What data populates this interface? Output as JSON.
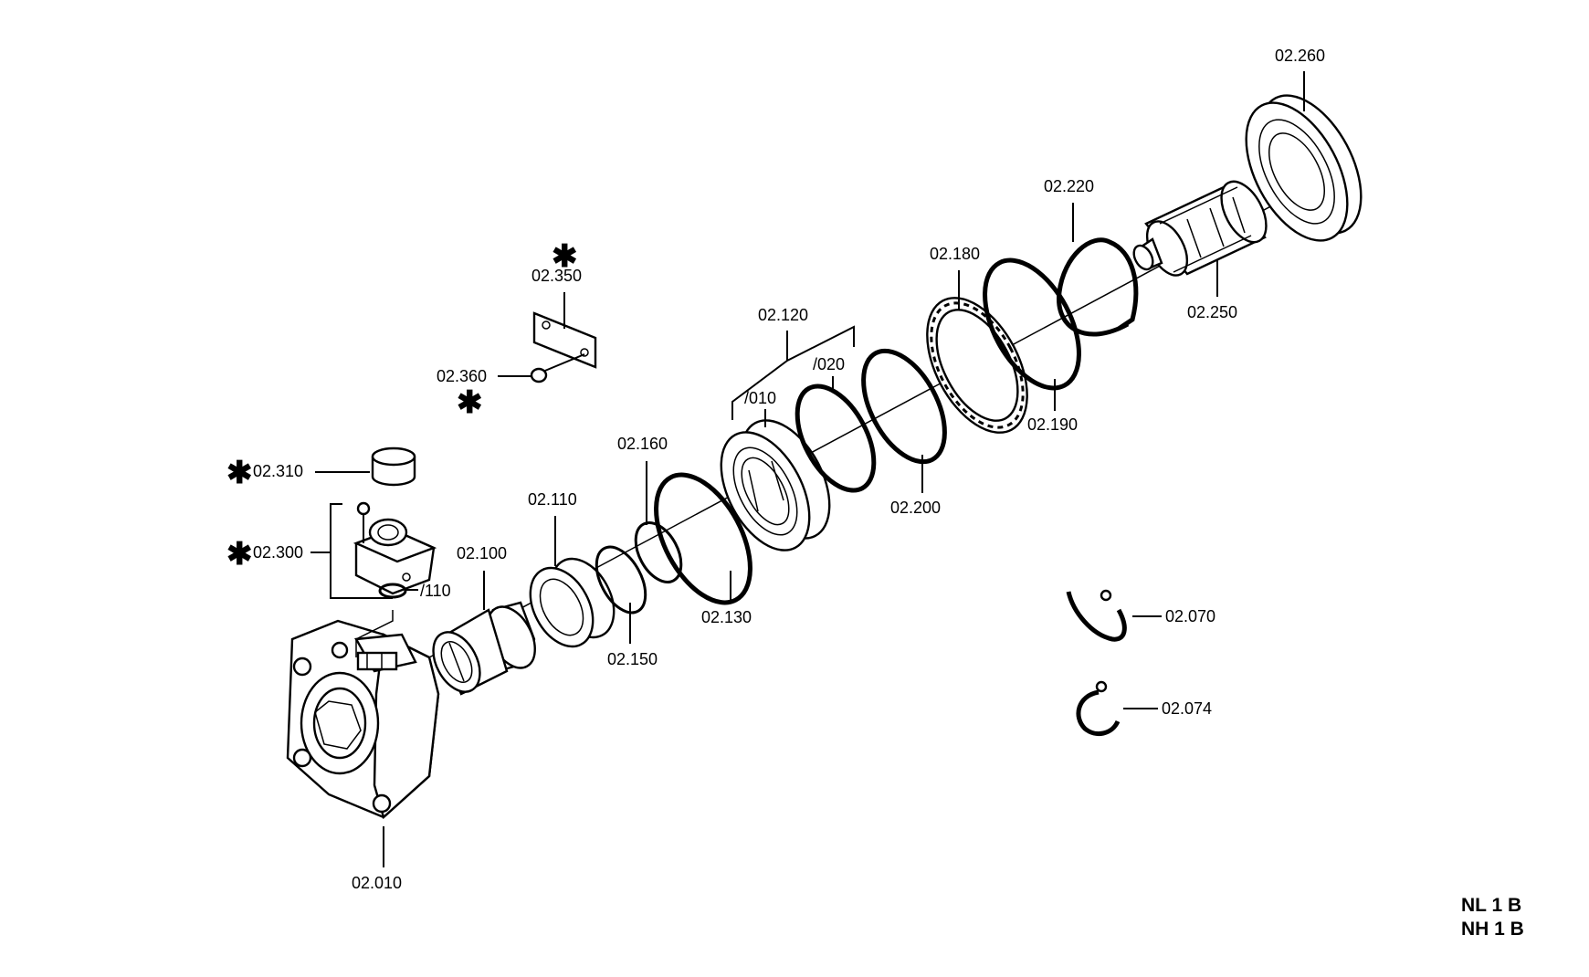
{
  "diagram": {
    "part_numbers": {
      "p02_010": "02.010",
      "p02_070": "02.070",
      "p02_074": "02.074",
      "p02_100": "02.100",
      "p02_110": "02.110",
      "p02_120": "02.120",
      "p02_120_010": "/010",
      "p02_120_020": "/020",
      "p02_130": "02.130",
      "p02_150": "02.150",
      "p02_160": "02.160",
      "p02_180": "02.180",
      "p02_190": "02.190",
      "p02_200": "02.200",
      "p02_220": "02.220",
      "p02_250": "02.250",
      "p02_260": "02.260",
      "p02_300": "02.300",
      "p02_300_110": "/110",
      "p02_310": "02.310",
      "p02_350": "02.350",
      "p02_360": "02.360"
    },
    "asterisk": "✱",
    "variant_codes": [
      "NL 1 B",
      "NH 1 B"
    ]
  }
}
